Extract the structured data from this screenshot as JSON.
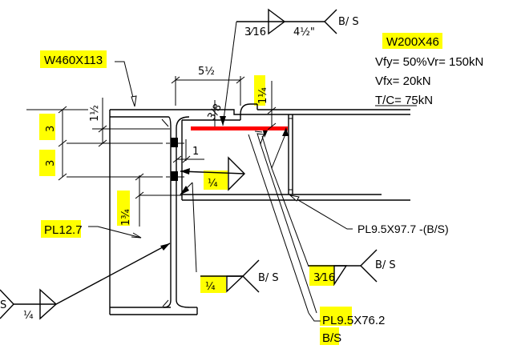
{
  "beam_labels": {
    "column_section": "W460X113",
    "beam_section": "W200X46"
  },
  "design_loads": {
    "vfy": "Vfy= 50%Vr= 150kN",
    "vfx": "Vfx= 20kN",
    "tc": "T/C= 75kN"
  },
  "plates": {
    "pl_12_7": "PL12.7",
    "pl_9_5x97_7": "PL9.5X97.7  -(B/S)",
    "pl_9_5x76_2": "PL9.5X76.2",
    "pl_9_5x76_2_note": "B/S"
  },
  "dimensions": {
    "top_5_1_2": "5½",
    "d_1_1_4": "1¼",
    "d_3_8": "3/8",
    "d_1_1_2": "1½",
    "d_3_top": "3",
    "d_3_bottom": "3",
    "d_1": "1",
    "d_1_3_4": "1¾"
  },
  "welds": {
    "top": {
      "size": "3⁄16",
      "length": "4½\"",
      "tail": "B/ S"
    },
    "fillet_mid": {
      "size": "¼"
    },
    "bottom_center": {
      "size": "¼",
      "tail": "B/ S"
    },
    "right": {
      "size": "3⁄16",
      "tail": "B/ S"
    },
    "left": {
      "size": "¼",
      "tail": "S"
    }
  },
  "colors": {
    "highlight": "#ffff00",
    "plate_red": "#ff0000",
    "line": "#000000"
  }
}
